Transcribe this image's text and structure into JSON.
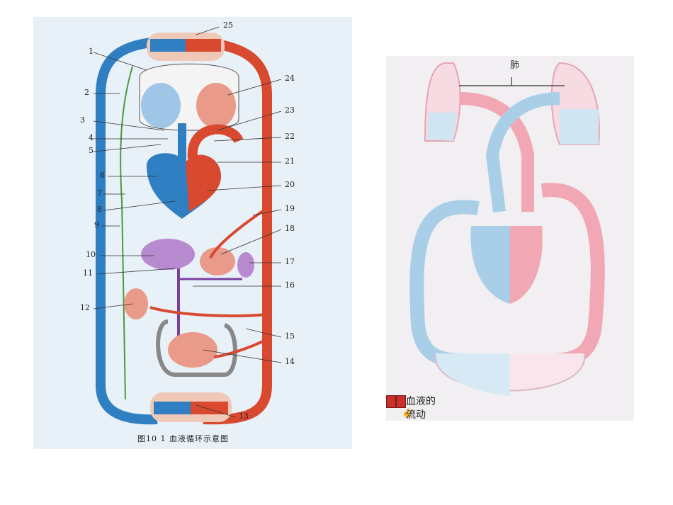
{
  "left_figure": {
    "caption": "图10 1   血液循环示意图",
    "labels": [
      "1",
      "2",
      "3",
      "4",
      "5",
      "6",
      "7",
      "8",
      "9",
      "10",
      "11",
      "12",
      "13",
      "14",
      "15",
      "16",
      "17",
      "18",
      "19",
      "20",
      "21",
      "22",
      "23",
      "24",
      "25"
    ]
  },
  "right_figure": {
    "lung_label": "肺",
    "caption_line1": "血液的",
    "caption_line2": "流动"
  },
  "colors": {
    "artery": "#d8492f",
    "vein": "#2f7fc2",
    "lymph": "#4a9b3a",
    "portal": "#7b3fa0",
    "pale_red": "#f2a7b4",
    "pale_blue": "#a9cfe8"
  }
}
